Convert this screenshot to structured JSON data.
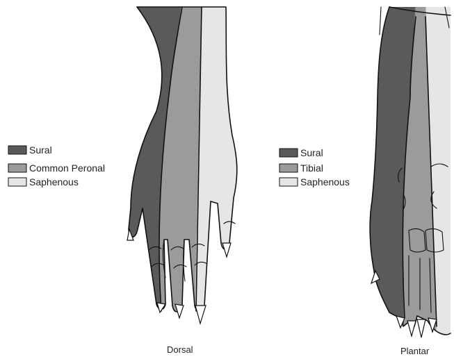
{
  "dorsal": {
    "caption": "Dorsal",
    "legend": [
      {
        "label": "Sural",
        "color": "#5a5a5a"
      },
      {
        "label": "Common Peronal",
        "color": "#9b9b9b"
      },
      {
        "label": "Saphenous",
        "color": "#e6e6e6"
      }
    ]
  },
  "plantar": {
    "caption": "Plantar",
    "legend": [
      {
        "label": "Sural",
        "color": "#5a5a5a"
      },
      {
        "label": "Tibial",
        "color": "#9b9b9b"
      },
      {
        "label": "Saphenous",
        "color": "#e6e6e6"
      }
    ]
  }
}
